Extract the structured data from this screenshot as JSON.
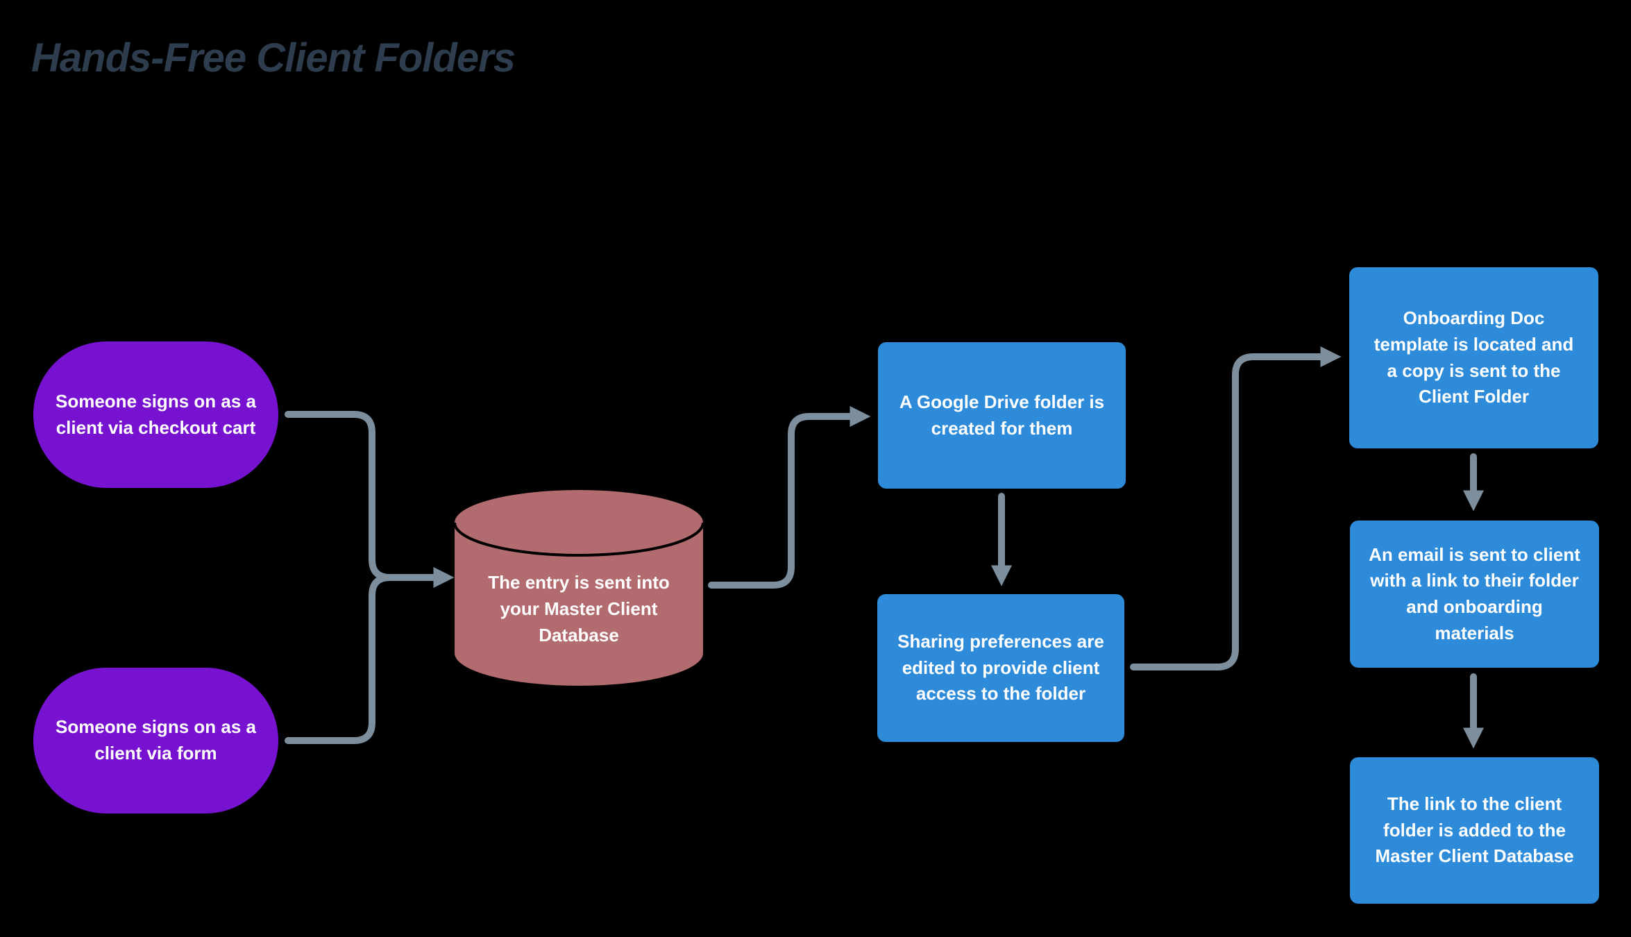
{
  "title": "Hands-Free Client Folders",
  "colors": {
    "background": "#000000",
    "title": "#2E3D4D",
    "purple": "#7713D0",
    "blue": "#2E8BD9",
    "rose": "#B26B6F",
    "arrow": "#7D8E9D",
    "node_text": "#FFFFFF"
  },
  "nodes": {
    "pill_checkout": {
      "label": "Someone signs on as a\nclient via checkout cart"
    },
    "pill_form": {
      "label": "Someone signs on as a\nclient via form"
    },
    "database": {
      "label": "The entry is sent into\nyour Master Client\nDatabase"
    },
    "drive": {
      "label": "A Google Drive folder is\ncreated for them"
    },
    "sharing": {
      "label": "Sharing preferences are\nedited to provide client\naccess to the folder"
    },
    "onboarding": {
      "label": "Onboarding Doc\ntemplate is located and\na copy is sent to the\nClient Folder"
    },
    "email": {
      "label": "An email is sent to client\nwith a link to their folder\nand onboarding\nmaterials"
    },
    "link": {
      "label": "The link to the client\nfolder is added to the\nMaster Client Database"
    }
  }
}
